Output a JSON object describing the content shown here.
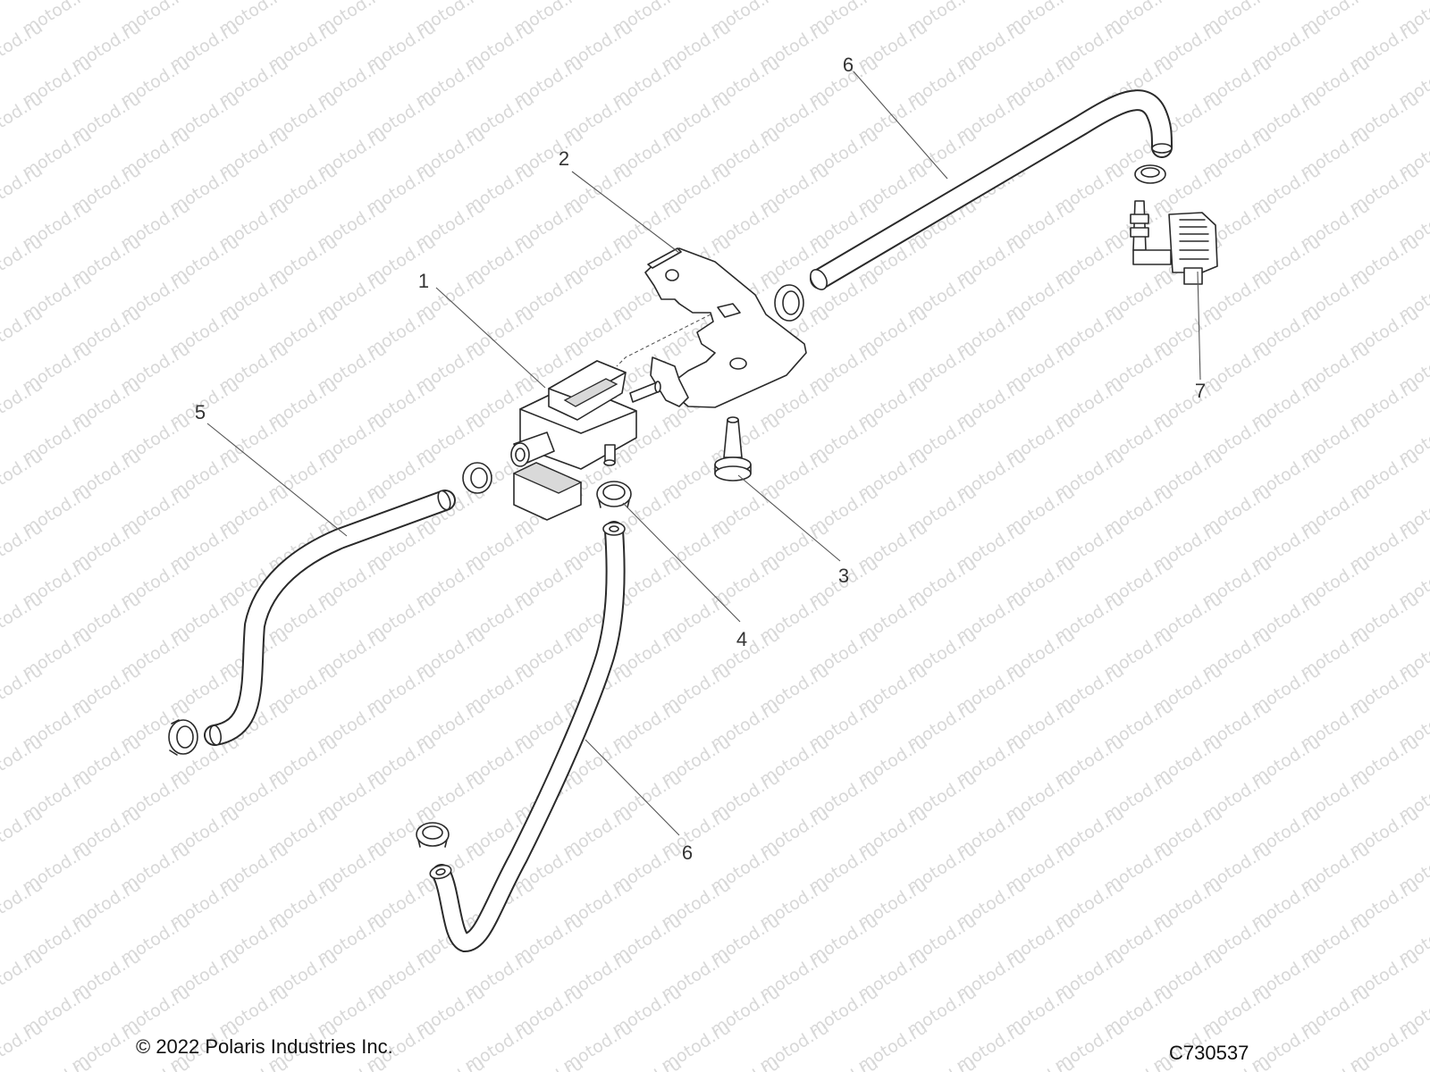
{
  "watermark": "motod.ru",
  "callouts": [
    {
      "id": "1",
      "text": "1"
    },
    {
      "id": "2",
      "text": "2"
    },
    {
      "id": "3",
      "text": "3"
    },
    {
      "id": "4",
      "text": "4"
    },
    {
      "id": "5",
      "text": "5"
    },
    {
      "id": "6a",
      "text": "6"
    },
    {
      "id": "6b",
      "text": "6"
    },
    {
      "id": "7",
      "text": "7"
    }
  ],
  "footer": {
    "copyright": "© 2022 Polaris Industries Inc.",
    "code": "C730537"
  }
}
